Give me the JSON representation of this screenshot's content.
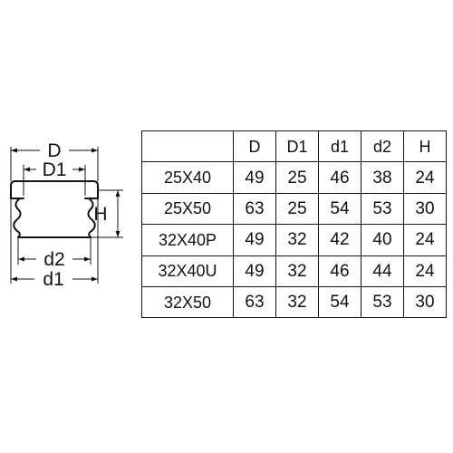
{
  "diagram": {
    "labels": {
      "D": "D",
      "D1": "D1",
      "H": "H",
      "d2": "d2",
      "d1": "d1"
    }
  },
  "table": {
    "corner": "",
    "headers": [
      "D",
      "D1",
      "d1",
      "d2",
      "H"
    ],
    "rows": [
      {
        "size": "25X40",
        "values": [
          "49",
          "25",
          "46",
          "38",
          "24"
        ]
      },
      {
        "size": "25X50",
        "values": [
          "63",
          "25",
          "54",
          "53",
          "30"
        ]
      },
      {
        "size": "32X40P",
        "values": [
          "49",
          "32",
          "42",
          "40",
          "24"
        ]
      },
      {
        "size": "32X40U",
        "values": [
          "49",
          "32",
          "46",
          "44",
          "24"
        ]
      },
      {
        "size": "32X50",
        "values": [
          "63",
          "32",
          "54",
          "53",
          "30"
        ]
      }
    ]
  }
}
